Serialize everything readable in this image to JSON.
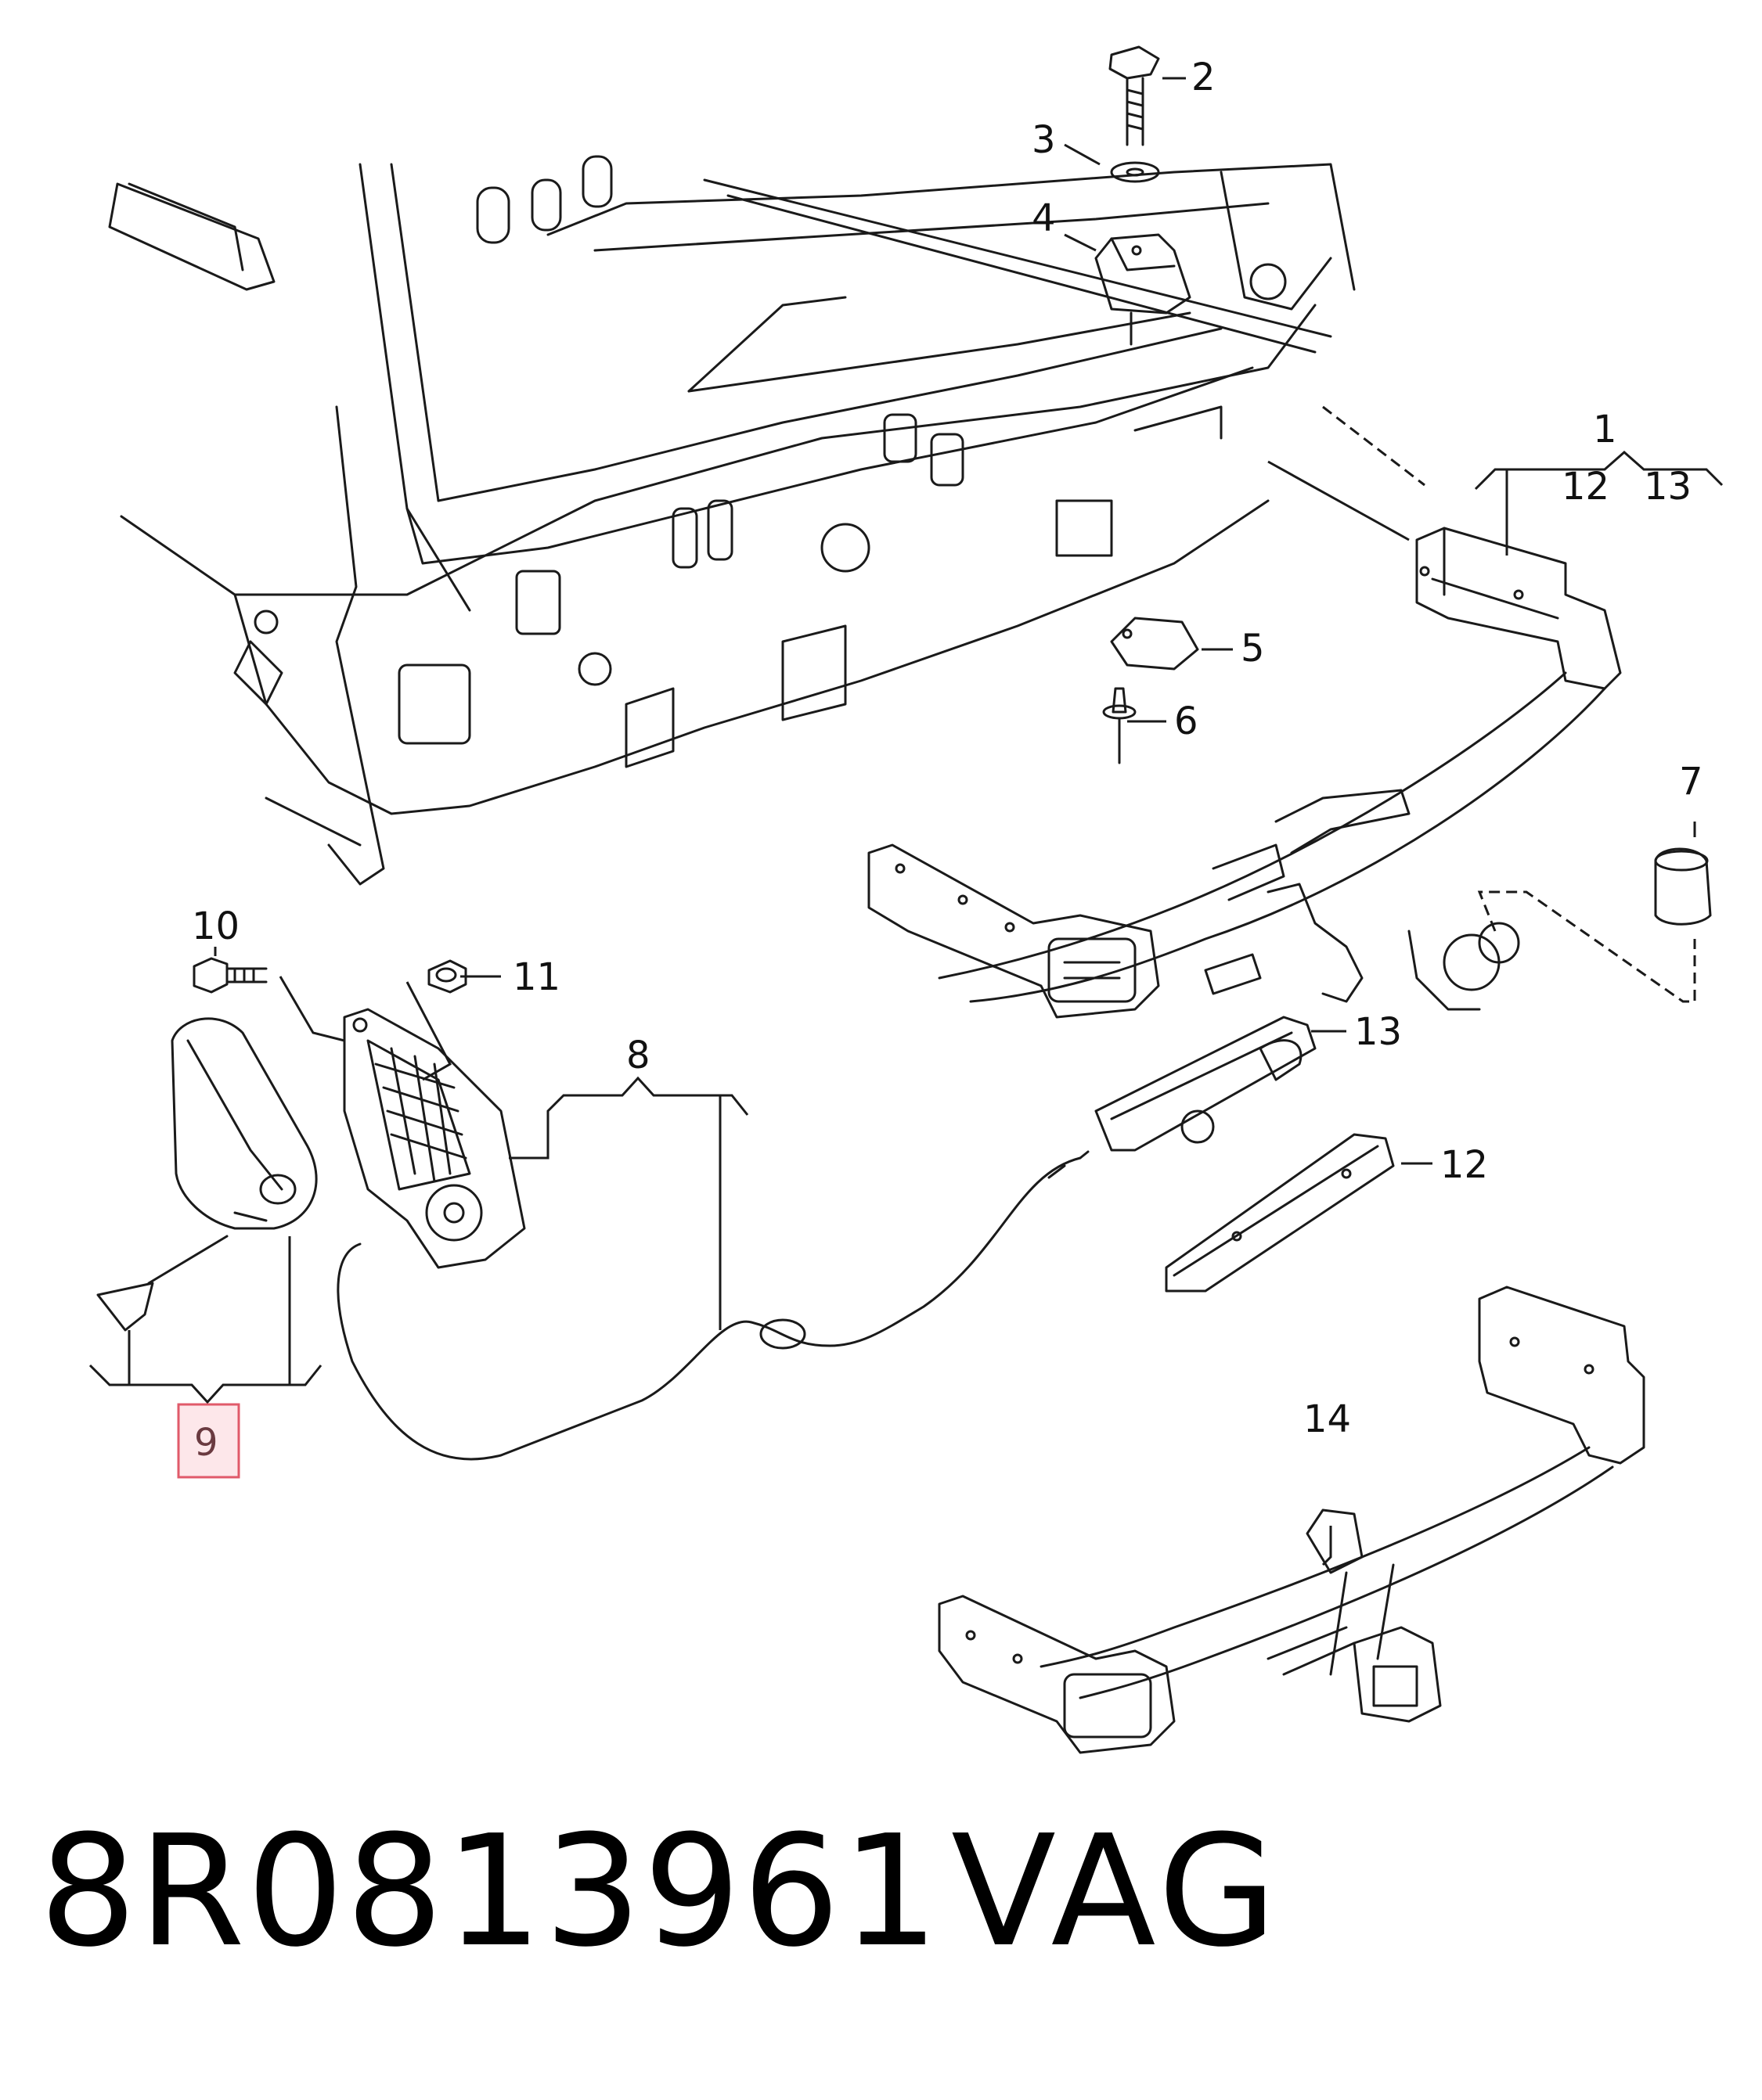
{
  "diagram": {
    "callouts": {
      "c1": "1",
      "c12a": "12",
      "c13a": "13",
      "c2": "2",
      "c3": "3",
      "c4": "4",
      "c5": "5",
      "c6": "6",
      "c7": "7",
      "c8": "8",
      "c9": "9",
      "c10": "10",
      "c11": "11",
      "c13b": "13",
      "c12b": "12",
      "c14": "14"
    },
    "highlight_color": "#e05a6a",
    "highlight_fill": "#fde7ea",
    "line_color": "#1a1a1a"
  },
  "footer": {
    "part_number": "8R0813961",
    "brand": "VAG"
  }
}
